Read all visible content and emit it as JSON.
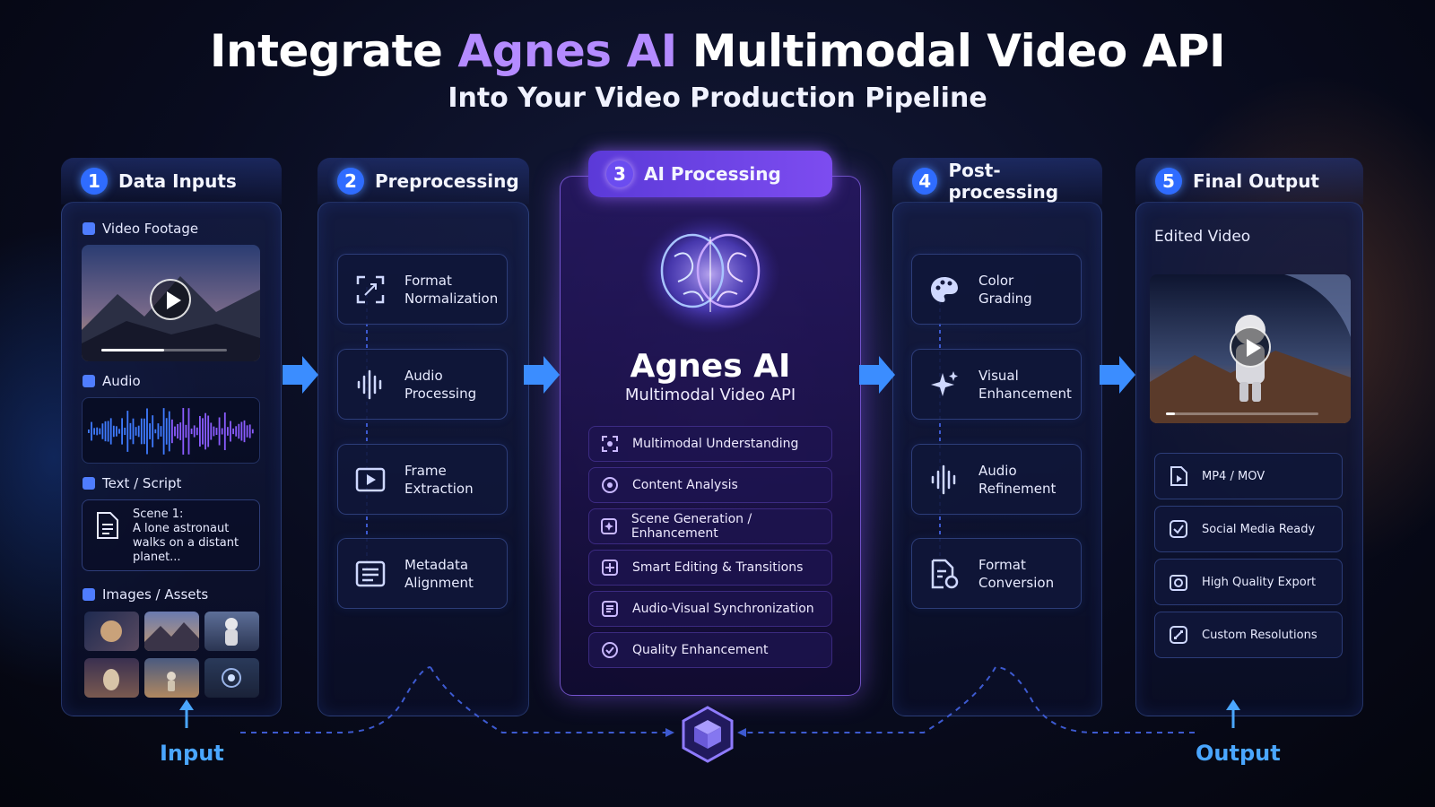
{
  "title": {
    "prefix": "Integrate ",
    "accent": "Agnes AI",
    "suffix": " Multimodal Video API",
    "subtitle": "Into Your Video Production Pipeline"
  },
  "colors": {
    "accent_purple": "#b48bff",
    "step_blue": "#2f6cff",
    "io_blue": "#4aa6ff"
  },
  "columns": [
    {
      "number": "1",
      "title": "Data Inputs",
      "sections": [
        {
          "label": "Video Footage",
          "icon": "video-icon"
        },
        {
          "label": "Audio",
          "icon": "audio-icon"
        },
        {
          "label": "Text / Script",
          "icon": "text-icon"
        },
        {
          "label": "Images / Assets",
          "icon": "image-icon"
        }
      ],
      "script_text": "Scene 1:\nA lone astronaut\nwalks on a distant\nplanet..."
    },
    {
      "number": "2",
      "title": "Preprocessing",
      "cards": [
        {
          "label": "Format\nNormalization",
          "icon": "format-normalize-icon"
        },
        {
          "label": "Audio\nProcessing",
          "icon": "audio-wave-icon"
        },
        {
          "label": "Frame\nExtraction",
          "icon": "frame-play-icon"
        },
        {
          "label": "Metadata\nAlignment",
          "icon": "metadata-list-icon"
        }
      ]
    },
    {
      "number": "3",
      "title": "AI Processing",
      "name": "Agnes AI",
      "subname": "Multimodal Video API",
      "rows": [
        {
          "label": "Multimodal Understanding",
          "icon": "scan-icon"
        },
        {
          "label": "Content Analysis",
          "icon": "analysis-icon"
        },
        {
          "label": "Scene Generation / Enhancement",
          "icon": "scene-icon"
        },
        {
          "label": "Smart Editing & Transitions",
          "icon": "edit-icon"
        },
        {
          "label": "Audio-Visual Synchronization",
          "icon": "sync-icon"
        },
        {
          "label": "Quality Enhancement",
          "icon": "quality-icon"
        }
      ]
    },
    {
      "number": "4",
      "title": "Post-processing",
      "cards": [
        {
          "label": "Color\nGrading",
          "icon": "palette-icon"
        },
        {
          "label": "Visual\nEnhancement",
          "icon": "sparkle-icon"
        },
        {
          "label": "Audio\nRefinement",
          "icon": "audio-wave-icon"
        },
        {
          "label": "Format\nConversion",
          "icon": "file-convert-icon"
        }
      ]
    },
    {
      "number": "5",
      "title": "Final Output",
      "video_label": "Edited Video",
      "rows": [
        {
          "label": "MP4 / MOV",
          "icon": "file-video-icon"
        },
        {
          "label": "Social Media Ready",
          "icon": "social-check-icon"
        },
        {
          "label": "High Quality Export",
          "icon": "export-icon"
        },
        {
          "label": "Custom Resolutions",
          "icon": "resize-icon"
        }
      ]
    }
  ],
  "flow": {
    "input_label": "Input",
    "output_label": "Output"
  }
}
